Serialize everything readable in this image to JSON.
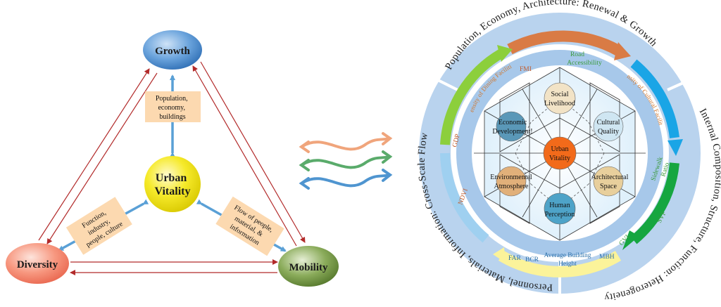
{
  "left": {
    "growth": "Growth",
    "diversity": "Diversity",
    "mobility": "Mobility",
    "center": {
      "line1": "Urban",
      "line2": "Vitality"
    },
    "box_top": [
      "Population,",
      "economy,",
      "buildings"
    ],
    "box_left": [
      "Function,",
      "industry,",
      "people, culture"
    ],
    "box_right": [
      "Flow of people,",
      "material, &",
      "information"
    ]
  },
  "right": {
    "outer_top": "Population, Economy, Architecture: Renewal & Growth",
    "outer_right": "Internal Composition, Structure, Function: Heterogeneity",
    "outer_left": "Personnel, Materials, Information: Cross-Scale Flow",
    "indicators": {
      "fmi": "FMI",
      "road1": "Road",
      "road2": "Accessibility",
      "dining": "Density of Dining Facilities",
      "cultural": "Density of Cultural Facilities",
      "gdp": "GDP",
      "ndvi": "NDVI",
      "sidewalk1": "Sidewalk",
      "sidewalk2": "Ratio",
      "svf": "SVF",
      "gvi": "GVI",
      "far": "FAR",
      "bcr": "BCR",
      "mbh": "MBH",
      "abh1": "Average Building",
      "abh2": "Height"
    },
    "nodes": {
      "center": [
        "Urban",
        "Vitality"
      ],
      "social": [
        "Social",
        "Livelihood"
      ],
      "cultural": [
        "Cultural",
        "Quality"
      ],
      "architectural": [
        "Architectural",
        "Space"
      ],
      "human": [
        "Human",
        "Perception"
      ],
      "environmental": [
        "Environmental",
        "Atmosphere"
      ],
      "economic": [
        "Economic",
        "Development!"
      ]
    }
  },
  "colors": {
    "growth": "#3f7fc4",
    "diversity": "#f3806e",
    "mobility": "#6a8f3c",
    "center": "#f0e21a",
    "blue_arrow": "#5aa0d6",
    "red_arrow": "#b22a2a",
    "box": "#fcd9b0",
    "ring_outer": "#b9d3ee",
    "ring_inner": "#a7c8ea",
    "orange_band": "#d97b45",
    "blue_band": "#1aa5e6",
    "green_band": "#16a640",
    "lightblue_band": "#9fd0f0",
    "yellow_band": "#fbf39a",
    "lime_band": "#8ccf3c"
  }
}
